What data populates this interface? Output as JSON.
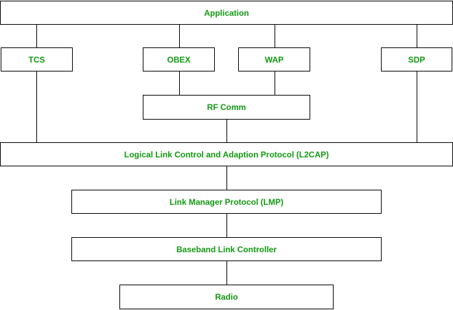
{
  "diagram": {
    "label_color": "#119911",
    "line_color": "#000000",
    "boxes": {
      "application": "Application",
      "tcs": "TCS",
      "obex": "OBEX",
      "wap": "WAP",
      "sdp": "SDP",
      "rfcomm": "RF Comm",
      "l2cap": "Logical Link Control and Adaption Protocol (L2CAP)",
      "lmp": "Link Manager Protocol (LMP)",
      "baseband": "Baseband Link Controller",
      "radio": "Radio"
    }
  }
}
